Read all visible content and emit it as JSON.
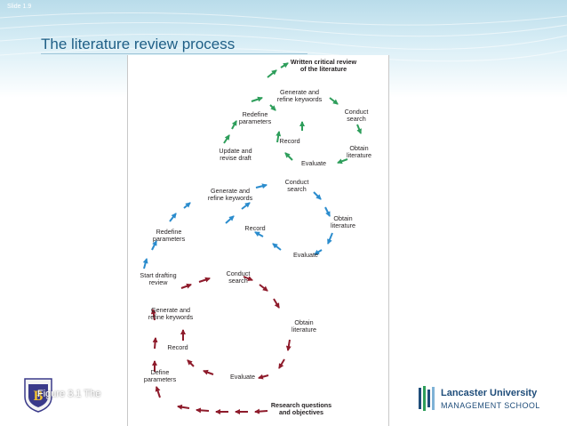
{
  "slide_number": "Slide 1.9",
  "title": "The literature review process",
  "caption": "Figure 3.1 The",
  "colors": {
    "title": "#1f5f86",
    "green": "#2e9e5b",
    "blue": "#2b8ccd",
    "red": "#8e1b2b"
  },
  "diagram": {
    "nodes": {
      "written_review": "Written critical review\nof the literature",
      "g_generate": "Generate and\nrefine keywords",
      "g_conduct": "Conduct\nsearch",
      "g_obtain": "Obtain\nliterature",
      "g_evaluate": "Evaluate",
      "g_record": "Record",
      "g_redefine": "Redefine\nparameters",
      "g_update": "Update and\nrevise draft",
      "b_conduct": "Conduct\nsearch",
      "b_generate": "Generate and\nrefine keywords",
      "b_obtain": "Obtain\nliterature",
      "b_record": "Record",
      "b_redefine": "Redefine\nparameters",
      "b_evaluate": "Evaluate",
      "b_start": "Start drafting\nreview",
      "r_conduct": "Conduct\nsearch",
      "r_generate": "Generate and\nrefine keywords",
      "r_obtain": "Obtain\nliterature",
      "r_record": "Record",
      "r_define": "Define\nparameters",
      "r_evaluate": "Evaluate",
      "research_questions": "Research questions\nand objectives"
    }
  },
  "logos": {
    "lancaster_line1": "Lancaster University",
    "lancaster_line2": "MANAGEMENT SCHOOL"
  }
}
